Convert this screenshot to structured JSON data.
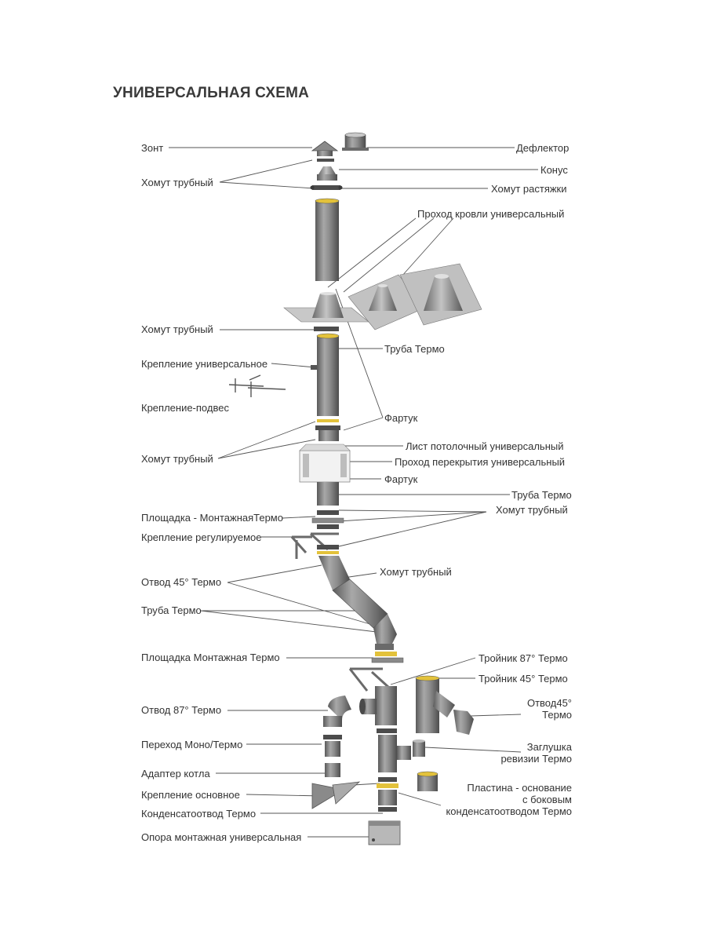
{
  "title": "УНИВЕРСАЛЬНАЯ СХЕМА",
  "colors": {
    "metal_light": "#d4d4d4",
    "metal_mid": "#9a9a9a",
    "metal_dark": "#5f5f5f",
    "ring": "#e3c23b",
    "text": "#333333",
    "leader": "#555555"
  },
  "labels": {
    "zont": "Зонт",
    "deflektor": "Дефлектор",
    "konus": "Конус",
    "khomut_trubnyi_1": "Хомут трубный",
    "khomut_rastyazhki": "Хомут растяжки",
    "prokhod_krovli": "Проход кровли универсальный",
    "khomut_trubnyi_2": "Хомут трубный",
    "truba_termo_1": "Труба Термо",
    "kreplenie_universalnoe": "Крепление универсальное",
    "kreplenie_podves": "Крепление-подвес",
    "fartuk_1": "Фартук",
    "list_potolochnyi": "Лист потолочный универсальный",
    "khomut_trubnyi_3": "Хомут трубный",
    "prokhod_perekrytiya": "Проход перекрытия универсальный",
    "fartuk_2": "Фартук",
    "truba_termo_2": "Труба Термо",
    "ploshchadka_1": "Площадка - МонтажнаяТермо",
    "khomut_trubnyi_4": "Хомут трубный",
    "kreplenie_reguliruemoe": "Крепление регулируемое",
    "khomut_trubnyi_5": "Хомут трубный",
    "otvod_45": "Отвод 45° Термо",
    "truba_termo_3": "Труба Термо",
    "ploshchadka_2": "Площадка Монтажная Термо",
    "troinik_87": "Тройник 87° Термо",
    "troinik_45": "Тройник 45° Термо",
    "otvod_87": "Отвод 87° Термо",
    "otvod_45_right": "Отвод45°\nТермо",
    "perekhod": "Переход Моно/Термо",
    "zaglushka": "Заглушка\nревизии Термо",
    "adapter": "Адаптер котла",
    "kreplenie_osnovnoe": "Крепление основное",
    "plastina": "Пластина - основание\nс боковым\nконденсатоотводом Термо",
    "kondensatootvod": "Конденсатоотвод Термо",
    "opora": "Опора монтажная универсальная"
  }
}
